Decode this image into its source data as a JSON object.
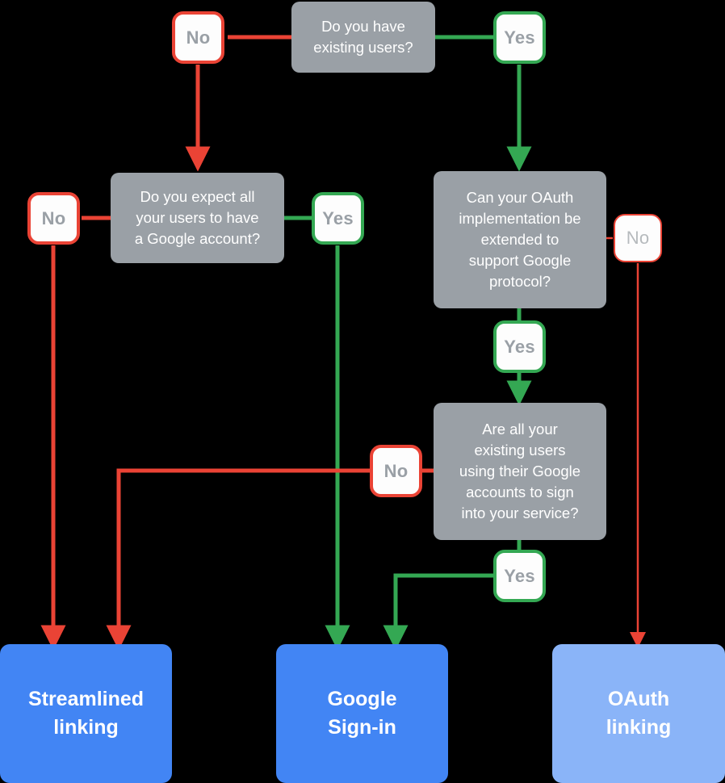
{
  "diagram": {
    "title": "Account linking decision flowchart",
    "colors": {
      "background": "#000000",
      "question_box": "#9aa0a6",
      "no_accent": "#ea4335",
      "yes_accent": "#34a853",
      "terminal_primary": "#4285f4",
      "terminal_light": "#8ab4f8",
      "badge_fill": "#fdfdfd",
      "badge_text": "#9aa0a6"
    }
  },
  "questions": {
    "q1": {
      "line1": "Do you have",
      "line2": "existing users?"
    },
    "q2": {
      "line1": "Do you expect all",
      "line2": "your users to have",
      "line3": "a Google account?"
    },
    "q3": {
      "line1": "Can your OAuth",
      "line2": "implementation be",
      "line3": "extended to",
      "line4": "support Google",
      "line5": "protocol?"
    },
    "q4": {
      "line1": "Are all your",
      "line2": "existing users",
      "line3": "using their Google",
      "line4": "accounts to sign",
      "line5": "into your service?"
    }
  },
  "badges": {
    "q1_no": "No",
    "q1_yes": "Yes",
    "q2_no": "No",
    "q2_yes": "Yes",
    "q3_no": "No",
    "q3_yes": "Yes",
    "q4_no": "No",
    "q4_yes": "Yes"
  },
  "terminals": {
    "streamlined": {
      "line1": "Streamlined",
      "line2": "linking"
    },
    "google_signin": {
      "line1": "Google",
      "line2": "Sign-in"
    },
    "oauth": {
      "line1": "OAuth",
      "line2": "linking"
    }
  }
}
